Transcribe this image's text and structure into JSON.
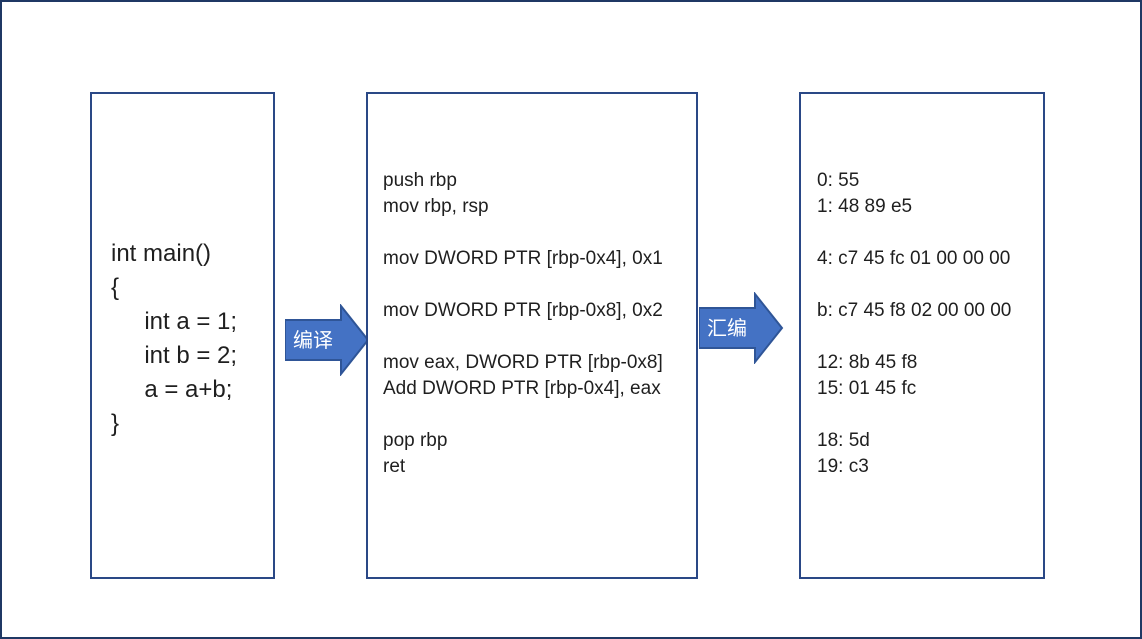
{
  "colors": {
    "canvas_border": "#1F3864",
    "box_border": "#2A4886",
    "arrow_fill": "#4472C4",
    "arrow_stroke": "#2F5597",
    "arrow_text": "#FFFFFF",
    "text": "#1F1F1F",
    "background": "#FFFFFF"
  },
  "source_box": {
    "lines": [
      "int main()",
      "{",
      "     int a = 1;",
      "     int b = 2;",
      "     a = a+b;",
      "}"
    ]
  },
  "assembly_box": {
    "lines": [
      "push rbp",
      "mov rbp, rsp",
      "",
      "mov DWORD PTR [rbp-0x4], 0x1",
      "",
      "mov DWORD PTR [rbp-0x8], 0x2",
      "",
      "mov eax, DWORD PTR [rbp-0x8]",
      "Add DWORD PTR [rbp-0x4], eax",
      "",
      "pop rbp",
      "ret"
    ]
  },
  "machine_box": {
    "lines": [
      "0: 55",
      "1: 48 89 e5",
      "",
      "4: c7 45 fc 01 00 00 00",
      "",
      "b: c7 45 f8 02 00 00 00",
      "",
      "12: 8b 45 f8",
      "15: 01 45 fc",
      "",
      "18: 5d",
      "19: c3"
    ]
  },
  "arrows": {
    "compile": {
      "label": "编译"
    },
    "assemble": {
      "label": "汇编"
    }
  }
}
